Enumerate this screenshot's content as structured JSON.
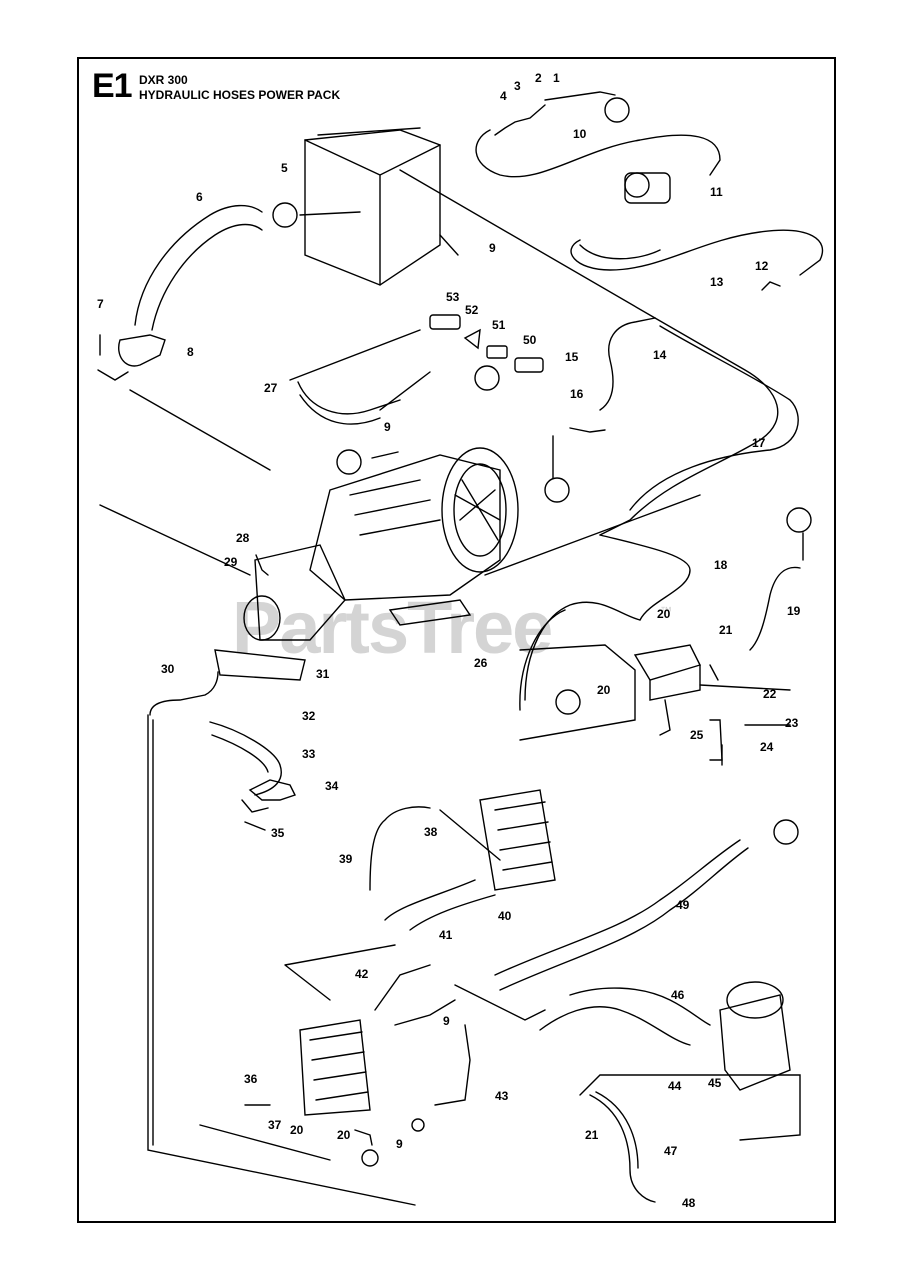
{
  "header": {
    "section_code": "E1",
    "model": "DXR 300",
    "title": "HYDRAULIC HOSES POWER PACK"
  },
  "watermark": {
    "text": "PartsTree",
    "tm": "™"
  },
  "colors": {
    "line": "#000000",
    "watermark": "#d4d4d4",
    "background": "#ffffff"
  },
  "callouts": [
    {
      "id": "c1",
      "label": "1"
    },
    {
      "id": "c2",
      "label": "2"
    },
    {
      "id": "c3",
      "label": "3"
    },
    {
      "id": "c4",
      "label": "4"
    },
    {
      "id": "c5",
      "label": "5"
    },
    {
      "id": "c6",
      "label": "6"
    },
    {
      "id": "c7",
      "label": "7"
    },
    {
      "id": "c8",
      "label": "8"
    },
    {
      "id": "c9a",
      "label": "9"
    },
    {
      "id": "c10",
      "label": "10"
    },
    {
      "id": "c11",
      "label": "11"
    },
    {
      "id": "c12",
      "label": "12"
    },
    {
      "id": "c13",
      "label": "13"
    },
    {
      "id": "c14",
      "label": "14"
    },
    {
      "id": "c15",
      "label": "15"
    },
    {
      "id": "c16",
      "label": "16"
    },
    {
      "id": "c17",
      "label": "17"
    },
    {
      "id": "c18",
      "label": "18"
    },
    {
      "id": "c19",
      "label": "19"
    },
    {
      "id": "c20a",
      "label": "20"
    },
    {
      "id": "c20b",
      "label": "20"
    },
    {
      "id": "c21a",
      "label": "21"
    },
    {
      "id": "c22",
      "label": "22"
    },
    {
      "id": "c23",
      "label": "23"
    },
    {
      "id": "c24",
      "label": "24"
    },
    {
      "id": "c25",
      "label": "25"
    },
    {
      "id": "c26",
      "label": "26"
    },
    {
      "id": "c27",
      "label": "27"
    },
    {
      "id": "c28",
      "label": "28"
    },
    {
      "id": "c29",
      "label": "29"
    },
    {
      "id": "c30",
      "label": "30"
    },
    {
      "id": "c31",
      "label": "31"
    },
    {
      "id": "c32",
      "label": "32"
    },
    {
      "id": "c33",
      "label": "33"
    },
    {
      "id": "c34",
      "label": "34"
    },
    {
      "id": "c35",
      "label": "35"
    },
    {
      "id": "c36",
      "label": "36"
    },
    {
      "id": "c37",
      "label": "37"
    },
    {
      "id": "c38",
      "label": "38"
    },
    {
      "id": "c39",
      "label": "39"
    },
    {
      "id": "c40",
      "label": "40"
    },
    {
      "id": "c41",
      "label": "41"
    },
    {
      "id": "c42",
      "label": "42"
    },
    {
      "id": "c43",
      "label": "43"
    },
    {
      "id": "c44",
      "label": "44"
    },
    {
      "id": "c45",
      "label": "45"
    },
    {
      "id": "c46",
      "label": "46"
    },
    {
      "id": "c47",
      "label": "47"
    },
    {
      "id": "c48",
      "label": "48"
    },
    {
      "id": "c49",
      "label": "49"
    },
    {
      "id": "c50",
      "label": "50"
    },
    {
      "id": "c51",
      "label": "51"
    },
    {
      "id": "c52",
      "label": "52"
    },
    {
      "id": "c53",
      "label": "53"
    },
    {
      "id": "c9b",
      "label": "9"
    },
    {
      "id": "c9c",
      "label": "9"
    },
    {
      "id": "c9d",
      "label": "9"
    },
    {
      "id": "c20c",
      "label": "20"
    },
    {
      "id": "c20d",
      "label": "20"
    },
    {
      "id": "c21b",
      "label": "21"
    }
  ]
}
